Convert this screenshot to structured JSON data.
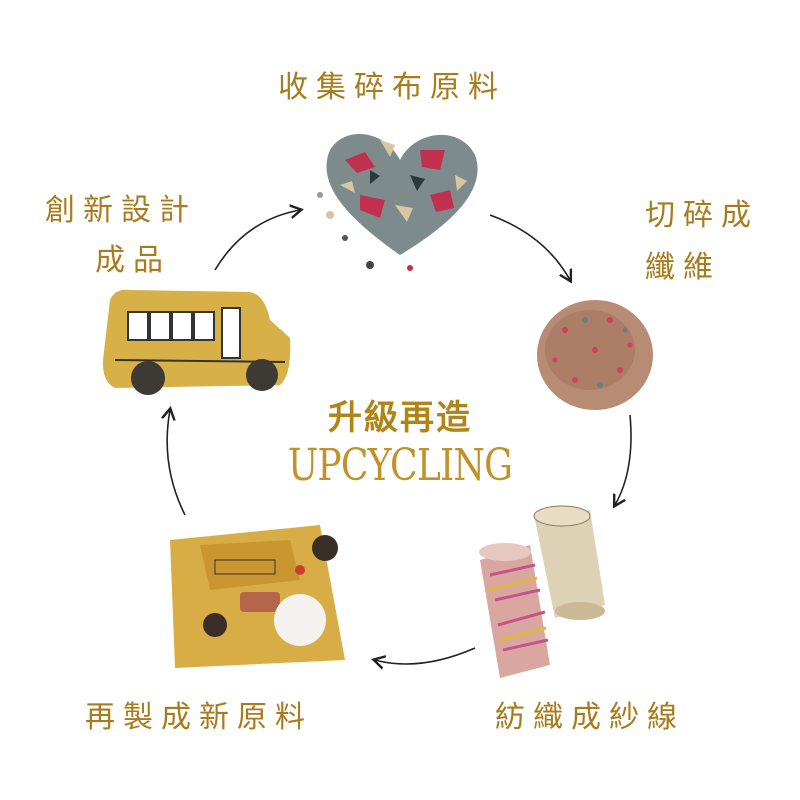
{
  "center": {
    "title_zh": "升級再造",
    "title_en": "UPCYCLING"
  },
  "steps": [
    {
      "line1": "收集碎布原料",
      "image": "fabric-scraps-heart"
    },
    {
      "line1": "切碎成",
      "line2": "纖維",
      "image": "shredded-fiber-ball"
    },
    {
      "line1": "紡織成紗線",
      "image": "yarn-spools"
    },
    {
      "line1": "再製成新原料",
      "image": "recycled-material-pile"
    },
    {
      "line1": "創新設計",
      "line2": "成品",
      "image": "school-bus-product"
    }
  ],
  "colors": {
    "text": "#a87c1c",
    "accent": "#b08416",
    "arrow": "#222222"
  }
}
